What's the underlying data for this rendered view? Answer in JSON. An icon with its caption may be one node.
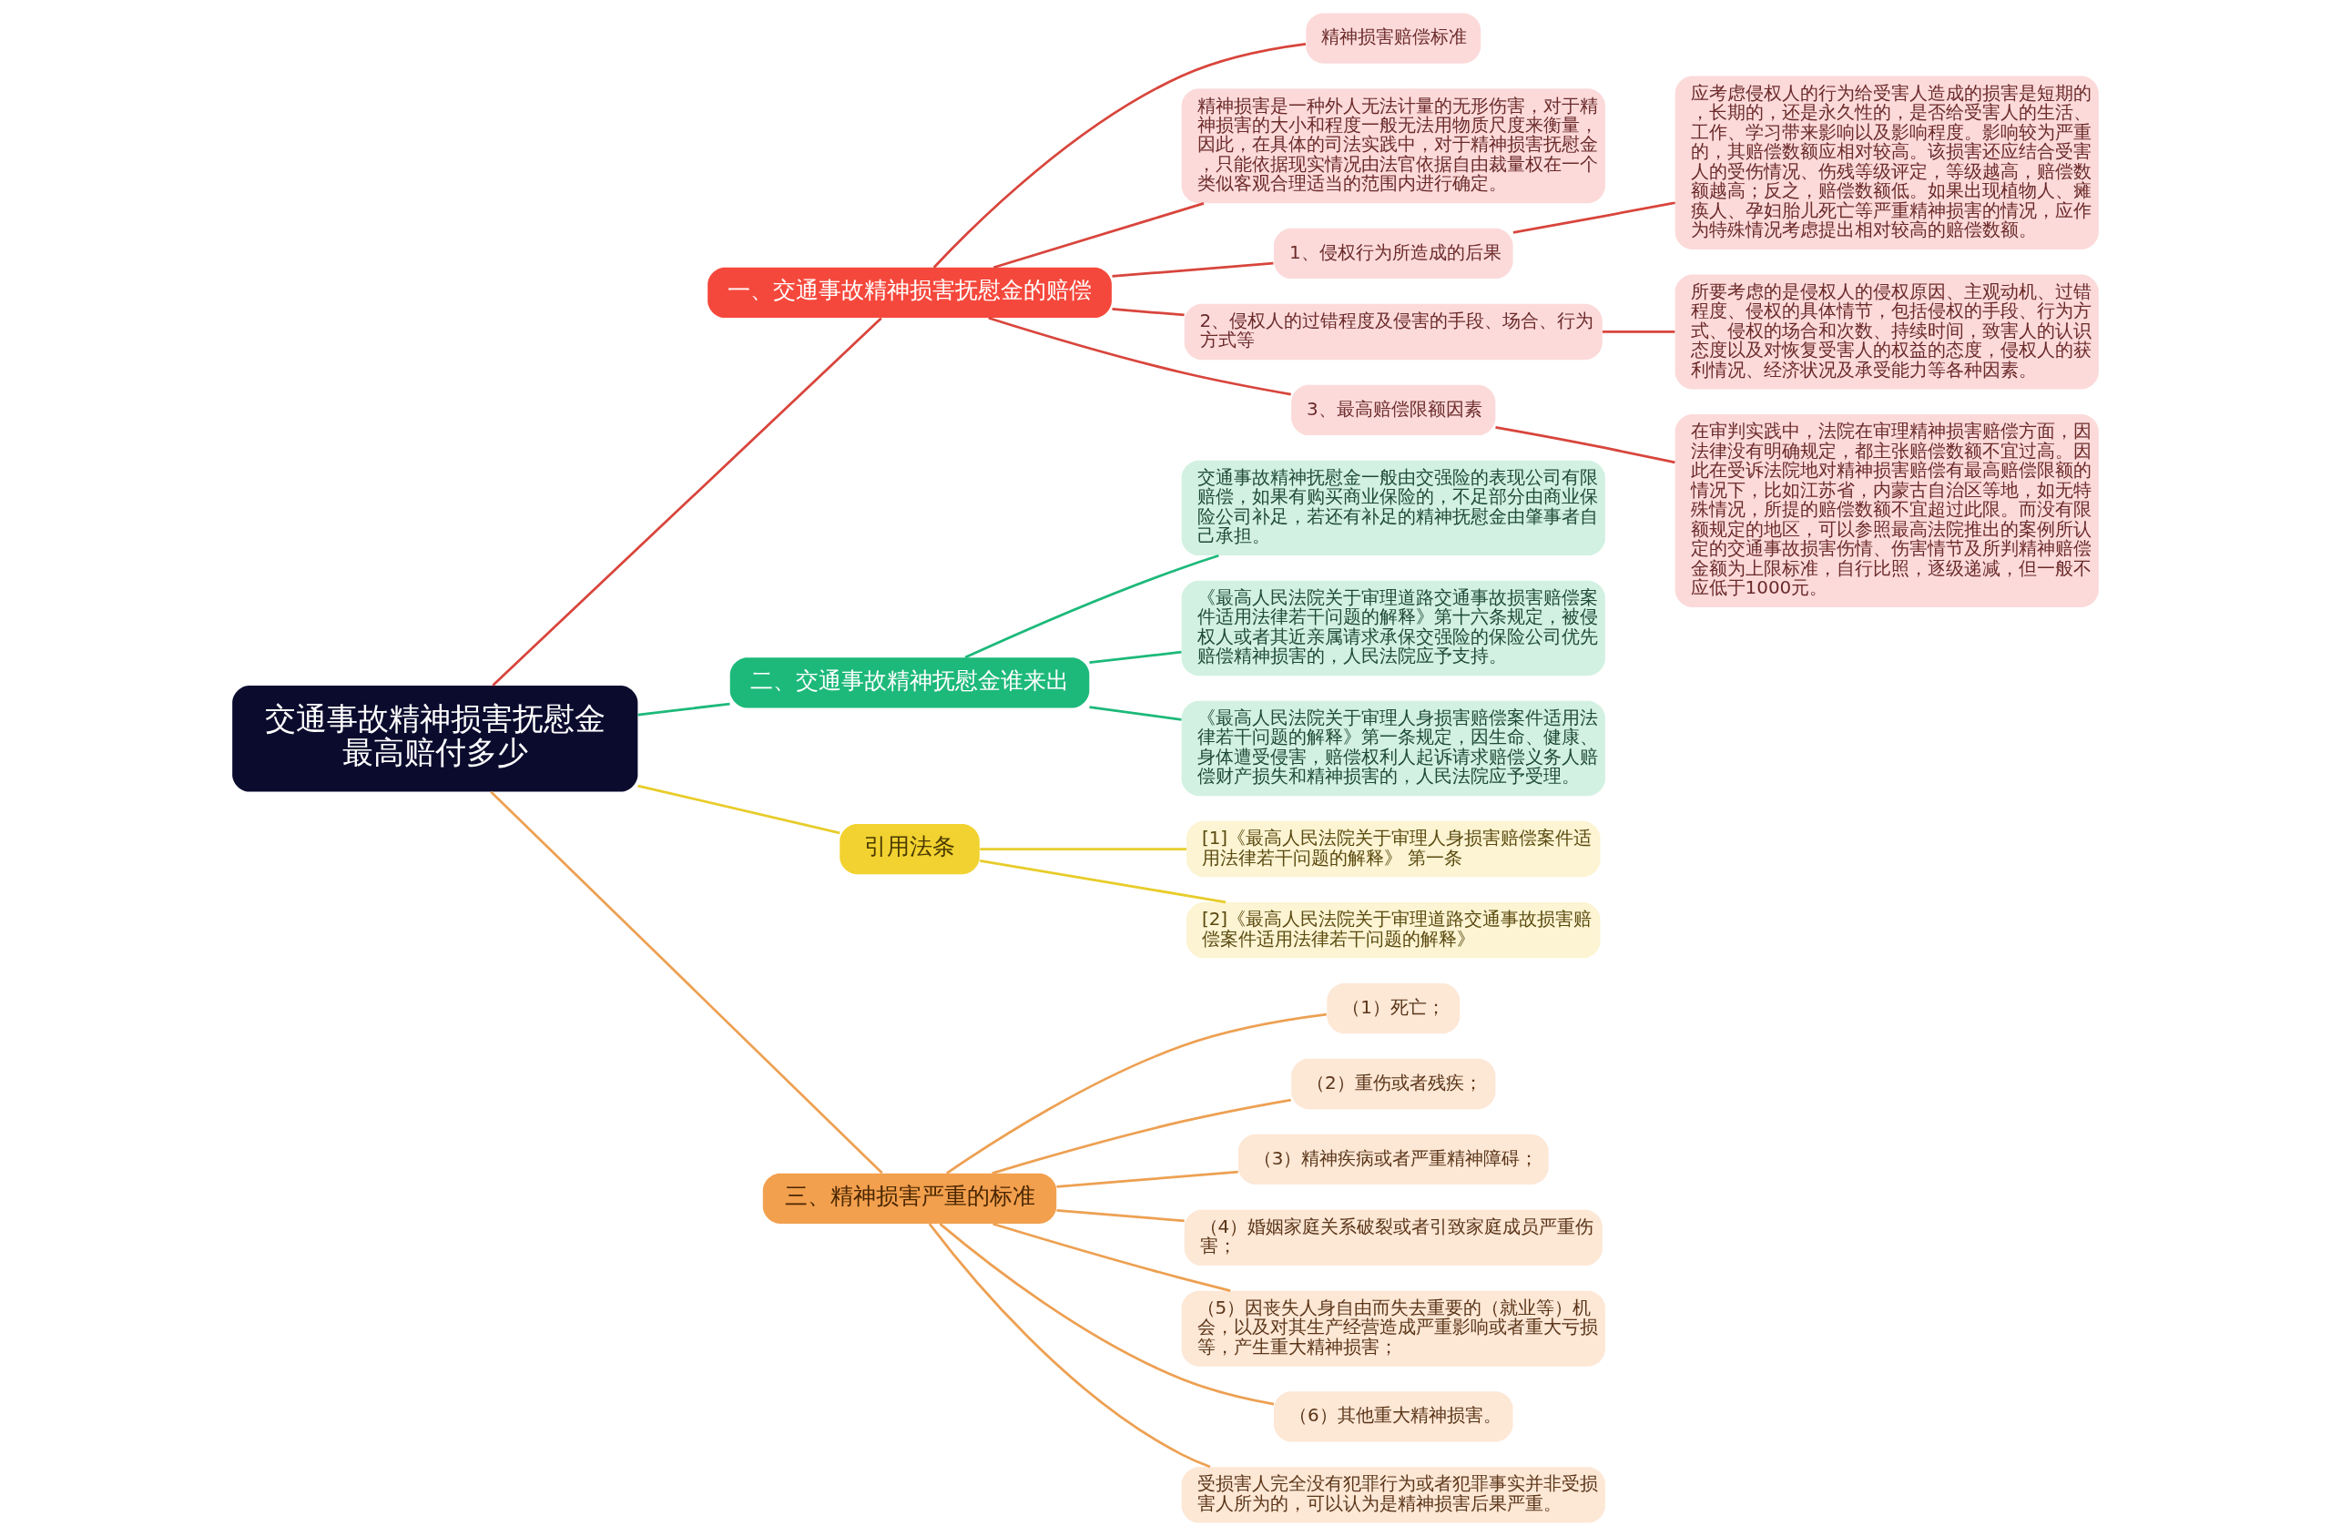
{
  "diagram": {
    "nodes": [
      {
        "text": [
          "交通事故精神损害抚慰金最高赔付多少"
        ]
      },
      {
        "text": [
          "一、交通事故精神损害抚慰金的赔偿"
        ]
      },
      {
        "text": [
          "精神损害赔偿标准"
        ]
      },
      {
        "text": [
          "精神损害是一种外人无法计量的无形伤害，对于精神损害的大小和程度一般无法用物质尺度来衡量，因此，在具体的司法实践中，对于精神损害抚慰金，只能依据现实情况由法官依据自由裁量权在一个类似客观合理适当的范围内进行确定。"
        ]
      },
      {
        "text": [
          "1、侵权行为所造成的后果"
        ]
      },
      {
        "text": [
          "应考虑侵权人的行为给受害人造成的损害是短期的，长期的，还是永久性的，是否给受害人的生活、工作、学习带来影响以及影响程度。影响较为严重的，其赔偿数额应相对较高。该损害还应结合受害人的受伤情况、伤残等级评定，等级越高，赔偿数额越高；反之，赔偿数额低。如果出现植物人、瘫痪人、孕妇胎儿死亡等严重精神损害的情况，应作为特殊情况考虑提出相对较高的赔偿数额。"
        ]
      },
      {
        "text": [
          "2、侵权人的过错程度及侵害的手段、场合、行为方式等"
        ]
      },
      {
        "text": [
          "所要考虑的是侵权人的侵权原因、主观动机、过错程度、侵权的具体情节，包括侵权的手段、行为方式、侵权的场合和次数、持续时间，致害人的认识态度以及对恢复受害人的权益的态度，侵权人的获利情况、经济状况及承受能力等各种因素。"
        ]
      },
      {
        "text": [
          "3、最高赔偿限额因素"
        ]
      },
      {
        "text": [
          "在审判实践中，法院在审理精神损害赔偿方面，因法律没有明确规定，都主张赔偿数额不宜过高。因此在受诉法院地对精神损害赔偿有最高赔偿限额的情况下，比如江苏省，内蒙古自治区等地，如无特殊情况，所提的赔偿数额不宜超过此限。而没有限额规定的地区，可以参照最高法院推出的案例所认定的交通事故损害伤情、伤害情节及所判精神赔偿金额为上限标准，自行比照，逐级递减，但一般不应低于1000元。"
        ]
      },
      {
        "text": [
          "二、交通事故精神抚慰金谁来出"
        ]
      },
      {
        "text": [
          "交通事故精神抚慰金一般由交强险的表现公司有限赔偿，如果有购买商业保险的，不足部分由商业保险公司补足，若还有补足的精神抚慰金由肇事者自己承担。"
        ]
      },
      {
        "text": [
          "《最高人民法院关于审理道路交通事故损害赔偿案件适用法律若干问题的解释》第十六条规定，被侵权人或者其近亲属请求承保交强险的保险公司优先赔偿精神损害的，人民法院应予支持。"
        ]
      },
      {
        "text": [
          "《最高人民法院关于审理人身损害赔偿案件适用法律若干问题的解释》第一条规定，因生命、健康、身体遭受侵害，赔偿权利人起诉请求赔偿义务人赔偿财产损失和精神损害的，人民法院应予受理。"
        ]
      },
      {
        "text": [
          "引用法条"
        ]
      },
      {
        "text": [
          "[1]《最高人民法院关于审理人身损害赔偿案件适用法律若干问题的解释》 第一条"
        ]
      },
      {
        "text": [
          "[2]《最高人民法院关于审理道路交通事故损害赔偿案件适用法律若干问题的解释》"
        ]
      },
      {
        "text": [
          "三、精神损害严重的标准"
        ]
      },
      {
        "text": [
          "（1）死亡；"
        ]
      },
      {
        "text": [
          "（2）重伤或者残疾；"
        ]
      },
      {
        "text": [
          "（3）精神疾病或者严重精神障碍；"
        ]
      },
      {
        "text": [
          "（4）婚姻家庭关系破裂或者引致家庭成员严重伤害；"
        ]
      },
      {
        "text": [
          "（5）因丧失人身自由而失去重要的（就业等）机会，以及对其生产经营造成严重影响或者重大亏损等，产生重大精神损害；"
        ]
      },
      {
        "text": [
          "（6）其他重大精神损害。"
        ]
      },
      {
        "text": [
          "受损害人完全没有犯罪行为或者犯罪事实并非受损害人所为的，可以认为是精神损害后果严重。"
        ]
      }
    ],
    "edges": [
      {
        "from": 0,
        "to": 1,
        "arrow": "none"
      },
      {
        "from": 1,
        "to": 2,
        "arrow": "none"
      },
      {
        "from": 1,
        "to": 3,
        "arrow": "none"
      },
      {
        "from": 1,
        "to": 4,
        "arrow": "none"
      },
      {
        "from": 4,
        "to": 5,
        "arrow": "none"
      },
      {
        "from": 1,
        "to": 6,
        "arrow": "none"
      },
      {
        "from": 6,
        "to": 7,
        "arrow": "none"
      },
      {
        "from": 1,
        "to": 8,
        "arrow": "none"
      },
      {
        "from": 8,
        "to": 9,
        "arrow": "none"
      },
      {
        "from": 0,
        "to": 10,
        "arrow": "none",
        "color": "#1db97a"
      },
      {
        "from": 10,
        "to": 11,
        "arrow": "none",
        "color": "#1db97a"
      },
      {
        "from": 10,
        "to": 12,
        "arrow": "none",
        "color": "#1db97a"
      },
      {
        "from": 10,
        "to": 13,
        "arrow": "none",
        "color": "#1db97a"
      },
      {
        "from": 0,
        "to": 14,
        "arrow": "none",
        "color": "#e8cc2a"
      },
      {
        "from": 14,
        "to": 15,
        "arrow": "none",
        "color": "#e8cc2a"
      },
      {
        "from": 14,
        "to": 16,
        "arrow": "none",
        "color": "#e8cc2a"
      },
      {
        "from": 0,
        "to": 17,
        "arrow": "none",
        "color": "#eda052"
      },
      {
        "from": 17,
        "to": 18,
        "arrow": "none",
        "color": "#eda052"
      },
      {
        "from": 17,
        "to": 19,
        "arrow": "none",
        "color": "#eda052"
      },
      {
        "from": 17,
        "to": 20,
        "arrow": "none",
        "color": "#eda052"
      },
      {
        "from": 17,
        "to": 21,
        "arrow": "none",
        "color": "#eda052"
      },
      {
        "from": 17,
        "to": 22,
        "arrow": "none",
        "color": "#eda052"
      },
      {
        "from": 17,
        "to": 23,
        "arrow": "none",
        "color": "#eda052"
      },
      {
        "from": 17,
        "to": 24,
        "arrow": "none",
        "color": "#eda052"
      }
    ]
  }
}
